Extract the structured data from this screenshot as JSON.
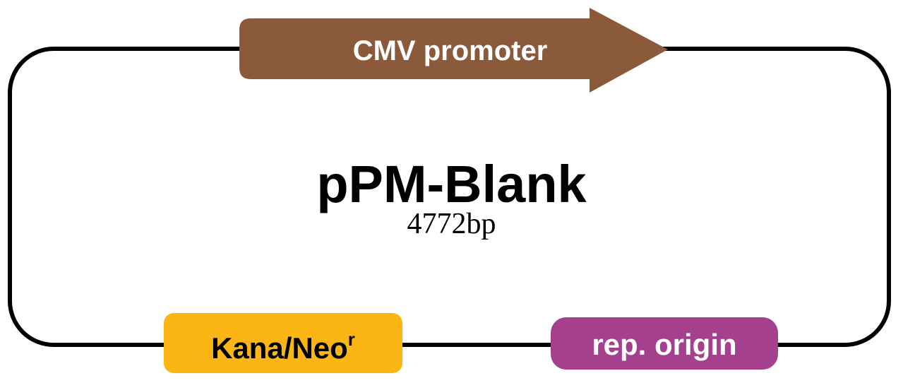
{
  "plasmid": {
    "name": "pPM-Blank",
    "size": "4772bp"
  },
  "features": {
    "cmv": {
      "label": "CMV promoter",
      "color": "#8a5a3a"
    },
    "kana": {
      "label": "Kana/Neo",
      "superscript": "r",
      "color": "#fbb615"
    },
    "rep": {
      "label": "rep. origin",
      "color": "#a4408e"
    }
  },
  "colors": {
    "backbone": "#000000",
    "background": "#ffffff"
  }
}
